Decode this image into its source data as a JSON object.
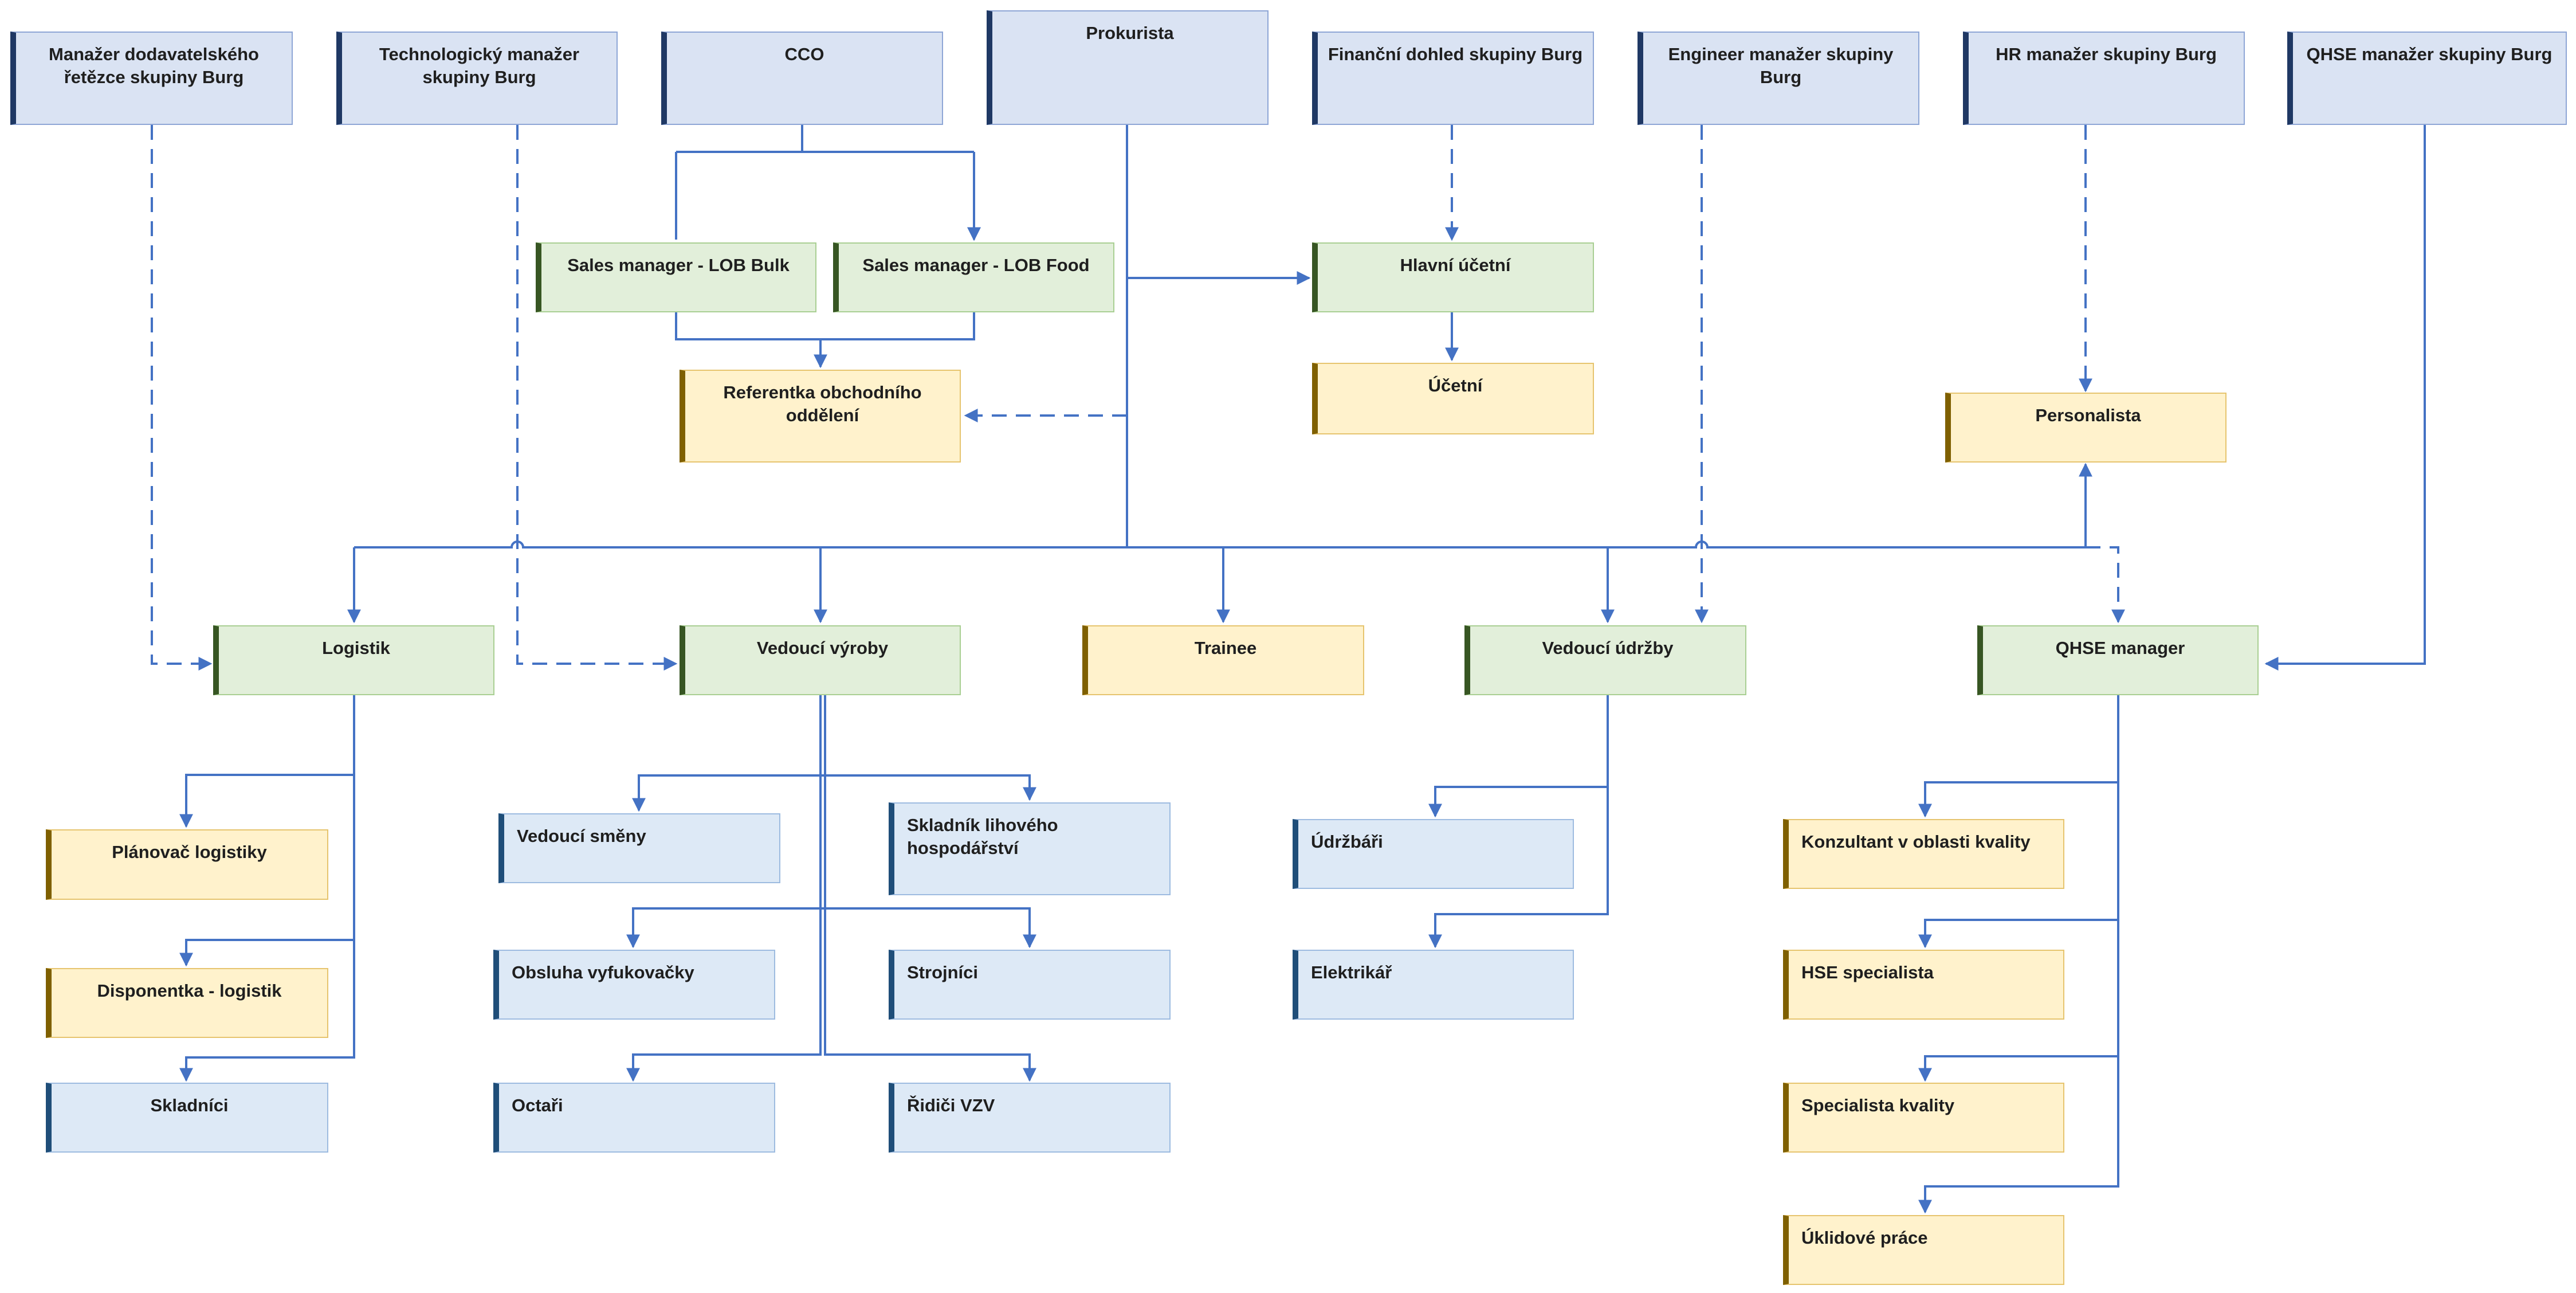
{
  "diagram": {
    "colors": {
      "line": "#4472c4",
      "top_fill": "#dae3f3",
      "green_fill": "#e2efda",
      "yellow_fill": "#fff2cc",
      "light_fill": "#dde9f6"
    },
    "top_row": {
      "supply_chain_manager": "Manažer dodavatelského řetězce skupiny Burg",
      "technology_manager": "Technologický manažer skupiny Burg",
      "cco": "CCO",
      "prokurista": "Prokurista",
      "financial_supervision": "Finanční dohled skupiny Burg",
      "engineer_manager": "Engineer manažer skupiny Burg",
      "hr_manager": "HR manažer skupiny Burg",
      "qhse_group_manager": "QHSE manažer skupiny Burg"
    },
    "second_tier": {
      "sales_bulk": "Sales manager - LOB Bulk",
      "sales_food": "Sales manager - LOB Food",
      "chief_accountant": "Hlavní účetní",
      "sales_assistant": "Referentka obchodního oddělení",
      "accountant": "Účetní",
      "hr_specialist": "Personalista"
    },
    "departments": {
      "logistics": "Logistik",
      "production_head": "Vedoucí výroby",
      "trainee": "Trainee",
      "maintenance_head": "Vedoucí údržby",
      "qhse_manager": "QHSE manager"
    },
    "logistics_team": {
      "planner": "Plánovač logistiky",
      "dispatcher": "Disponentka - logistik",
      "warehouse": "Skladníci"
    },
    "production_team": {
      "shift_lead": "Vedoucí směny",
      "spirits_storekeeper": "Skladník lihového hospodářství",
      "blow_molder": "Obsluha vyfukovačky",
      "machinists": "Strojníci",
      "vinegar_makers": "Octaři",
      "forklift_drivers": "Řidiči VZV"
    },
    "maintenance_team": {
      "maintainers": "Údržbáři",
      "electrician": "Elektrikář"
    },
    "qhse_team": {
      "quality_consultant": "Konzultant v oblasti kvality",
      "hse_specialist": "HSE specialista",
      "quality_specialist": "Specialista kvality",
      "cleaning": "Úklidové práce"
    }
  }
}
